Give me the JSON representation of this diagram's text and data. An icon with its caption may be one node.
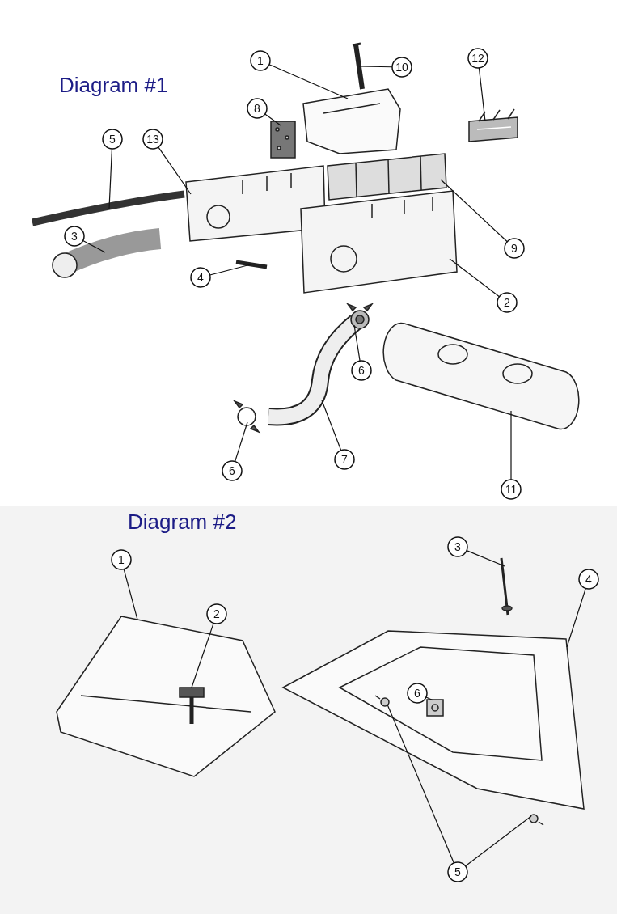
{
  "diagram": {
    "nodes": [
      {
        "text": [
          "1"
        ]
      },
      {
        "text": [
          "10"
        ]
      },
      {
        "text": [
          "12"
        ]
      },
      {
        "text": [
          "8"
        ]
      },
      {
        "text": [
          "5"
        ]
      },
      {
        "text": [
          "13"
        ]
      },
      {
        "text": [
          "9"
        ]
      },
      {
        "text": [
          "3"
        ]
      },
      {
        "text": [
          "4"
        ]
      },
      {
        "text": [
          "2"
        ]
      },
      {
        "text": [
          "6"
        ]
      },
      {
        "text": [
          "7"
        ]
      },
      {
        "text": [
          "6"
        ]
      },
      {
        "text": [
          "11"
        ]
      },
      {
        "text": [
          "1"
        ]
      },
      {
        "text": [
          "3"
        ]
      },
      {
        "text": [
          "2"
        ]
      },
      {
        "text": [
          "4"
        ]
      },
      {
        "text": [
          "6"
        ],
        "in": 36
      },
      {
        "text": [
          "5"
        ]
      },
      {
        "text": [],
        "shape": "picture"
      },
      {
        "text": [],
        "shape": "picture"
      },
      {
        "text": [],
        "shape": "picture"
      },
      {
        "text": [],
        "shape": "picture"
      },
      {
        "text": [],
        "shape": "picture"
      },
      {
        "text": [],
        "shape": "picture"
      },
      {
        "text": [],
        "shape": "picture"
      },
      {
        "text": [],
        "shape": "picture"
      },
      {
        "text": [],
        "shape": "picture"
      },
      {
        "text": [],
        "shape": "picture"
      },
      {
        "text": [],
        "shape": "picture"
      },
      {
        "text": [],
        "shape": "picture"
      },
      {
        "text": [],
        "shape": "picture"
      },
      {
        "text": [],
        "shape": "picture"
      },
      {
        "text": [],
        "shape": "picture"
      },
      {
        "text": [],
        "shape": "picture",
        "in": 33
      },
      {
        "text": [],
        "shape": "picture"
      },
      {
        "text": [],
        "shape": "picture",
        "in": 36
      },
      {
        "text": [],
        "shape": "picture",
        "in": 36
      },
      {
        "text": [],
        "shape": "picture"
      },
      {
        "text": [],
        "shape": "picture"
      }
    ],
    "edges": [
      {
        "from": 0,
        "to": 20,
        "arrow": "none"
      },
      {
        "from": 1,
        "to": 21,
        "arrow": "none"
      },
      {
        "from": 2,
        "to": 22,
        "arrow": "none"
      },
      {
        "from": 3,
        "to": 23,
        "arrow": "none"
      },
      {
        "from": 4,
        "to": 24,
        "arrow": "none"
      },
      {
        "from": 5,
        "to": 40,
        "arrow": "none"
      },
      {
        "from": 6,
        "to": 26,
        "arrow": "none"
      },
      {
        "from": 7,
        "to": 27,
        "arrow": "none"
      },
      {
        "from": 8,
        "to": 28,
        "arrow": "none"
      },
      {
        "from": 9,
        "to": 25,
        "arrow": "none"
      },
      {
        "from": 10,
        "to": 29,
        "arrow": "none"
      },
      {
        "from": 11,
        "to": 30,
        "arrow": "none"
      },
      {
        "from": 12,
        "to": 31,
        "arrow": "none"
      },
      {
        "from": 13,
        "to": 32,
        "arrow": "none"
      },
      {
        "from": 14,
        "to": 33,
        "arrow": "none"
      },
      {
        "from": 15,
        "to": 34,
        "arrow": "none"
      },
      {
        "from": 16,
        "to": 35,
        "arrow": "none"
      },
      {
        "from": 17,
        "to": 36,
        "arrow": "none"
      },
      {
        "from": 18,
        "to": 37,
        "arrow": "none"
      },
      {
        "from": 19,
        "to": 38,
        "arrow": "none"
      },
      {
        "from": 19,
        "to": 39,
        "arrow": "none"
      }
    ],
    "labels": [
      "Diagram #1",
      "Diagram #2"
    ]
  }
}
